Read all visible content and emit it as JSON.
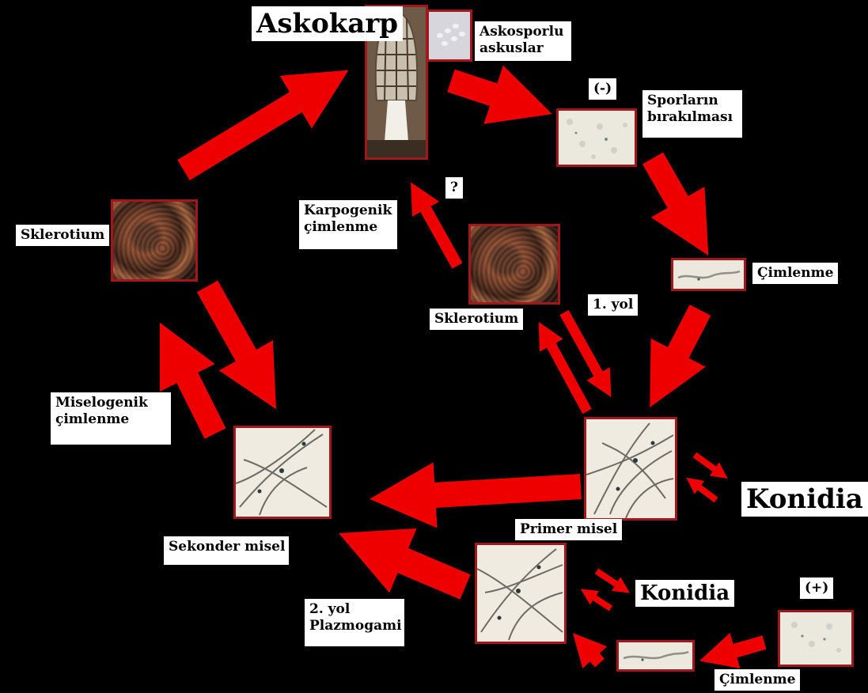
{
  "labels": {
    "askokarp": "Askokarp",
    "askosporlu_1": "Askosporlu",
    "askosporlu_2": "askuslar",
    "minus": "(-)",
    "sporlarin_1": "Sporların",
    "sporlarin_2": "bırakılması",
    "question": "?",
    "karpogenik_1": "Karpogenik",
    "karpogenik_2": "çimlenme",
    "sklerotium_left": "Sklerotium",
    "sklerotium_center": "Sklerotium",
    "cimlenme_top": "Çimlenme",
    "yol1": "1. yol",
    "miselogenik_1": "Miselogenik",
    "miselogenik_2": "çimlenme",
    "konidia_right": "Konidia",
    "primer_misel": "Primer misel",
    "sekonder_misel": "Sekonder misel",
    "konidia_bottom": "Konidia",
    "plus": "(+)",
    "yol2_1": "2. yol",
    "yol2_2": "Plazmogami",
    "cimlenme_bottom": "Çimlenme"
  },
  "colors": {
    "background": "#000000",
    "arrow": "#ee0000",
    "image_border": "#a0181b"
  },
  "icons": [
    "morel-mushroom-image",
    "ascus-spore-image",
    "spore-release-image",
    "sclerotium-image",
    "germination-image",
    "mycelium-image"
  ]
}
